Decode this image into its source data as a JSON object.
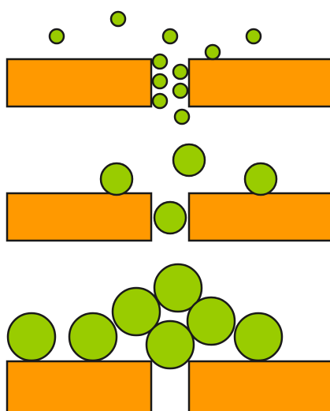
{
  "colors": {
    "background": "#ffffff",
    "bar_fill": "#FF9900",
    "bar_stroke": "#1a1a1a",
    "particle_fill": "#99CC00",
    "particle_stroke": "#1a1a1a"
  },
  "panels": [
    {
      "id": "small-particles",
      "particle_size": "small"
    },
    {
      "id": "medium-particles",
      "particle_size": "medium"
    },
    {
      "id": "large-particles",
      "particle_size": "large"
    }
  ]
}
